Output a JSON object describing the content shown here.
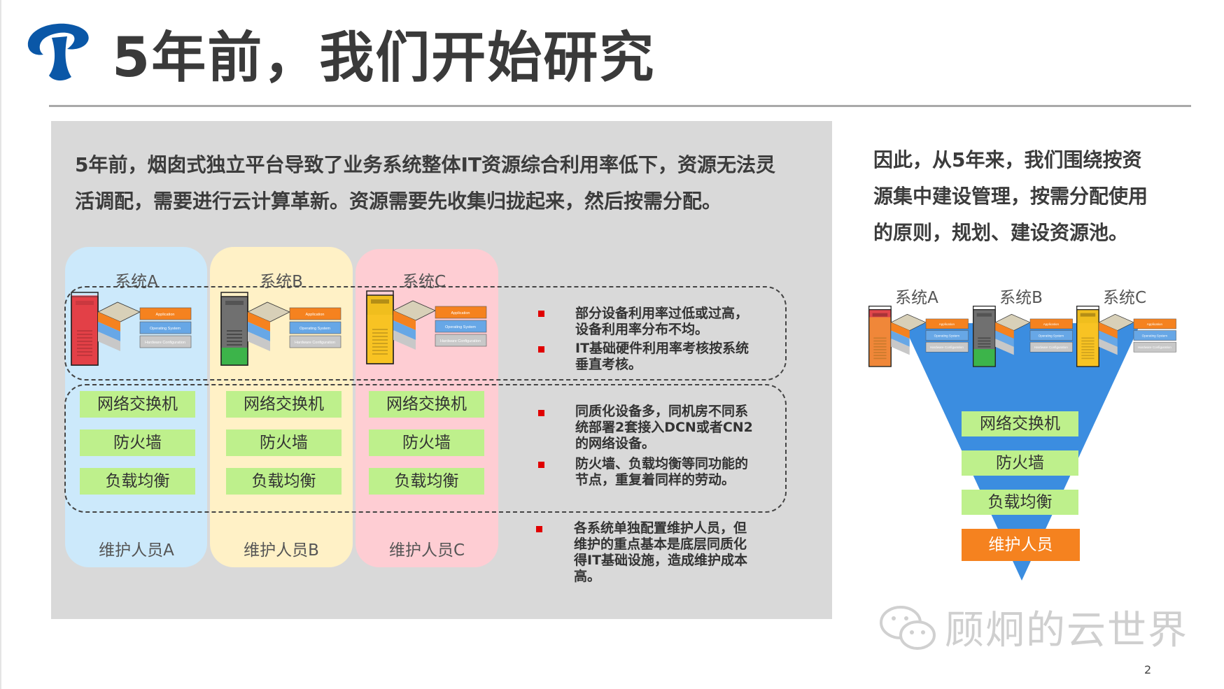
{
  "slide": {
    "title": "5年前，我们开始研究",
    "page_number": "2"
  },
  "brand": {
    "logo_color": "#0a57a7",
    "watermark_text": "顾炯的云世界"
  },
  "left_panel": {
    "intro_line1": "5年前，烟囱式独立平台导致了业务系统整体IT资源综合利用率低下，资源无法灵",
    "intro_line2": "活调配，需要进行云计算革新。资源需要先收集归拢起来，然后按需分配。",
    "columns": [
      {
        "label": "系统A",
        "color": "#cce9fb",
        "server": "#e0464b",
        "fill_level": 1.0,
        "network": [
          "网络交换机",
          "防火墙",
          "负载均衡"
        ],
        "maintainer": "维护人员A"
      },
      {
        "label": "系统B",
        "color": "#fff1c6",
        "server": "#707070",
        "fill_level": 0.25,
        "network": [
          "网络交换机",
          "防火墙",
          "负载均衡"
        ],
        "maintainer": "维护人员B"
      },
      {
        "label": "系统C",
        "color": "#fecdd3",
        "server": "#f0be1e",
        "fill_level": 0.7,
        "network": [
          "网络交换机",
          "防火墙",
          "负载均衡"
        ],
        "maintainer": "维护人员C"
      }
    ],
    "stack_layers": [
      "Application",
      "Operating System",
      "Hardware Configuration"
    ],
    "notes": {
      "hardware": [
        [
          "部分设备利用率过低或过高，",
          "设备利用率分布不均。"
        ],
        [
          "IT基础硬件利用率考核按系统",
          "垂直考核。"
        ]
      ],
      "network": [
        [
          "同质化设备多，同机房不同系",
          "统部署2套接入DCN或者CN2",
          "的网络设备。"
        ],
        [
          "防火墙、负载均衡等同功能的",
          "节点，重复着同样的劳动。"
        ]
      ],
      "maintenance": [
        [
          "各系统单独配置维护人员，但",
          "维护的重点基本是底层同质化",
          "得IT基础设施，造成维护成本",
          "高。"
        ]
      ]
    }
  },
  "right_panel": {
    "para_line1": "因此，从5年来，我们围绕按资",
    "para_line2": "源集中建设管理，按需分配使用",
    "para_line3": "的原则，规划、建设资源池。",
    "systems": [
      {
        "label": "系统A",
        "server": "#e0464b",
        "fill_level": 0.85
      },
      {
        "label": "系统B",
        "server": "#707070",
        "fill_level": 0.3
      },
      {
        "label": "系统C",
        "server": "#f0be1e",
        "fill_level": 0.75
      }
    ],
    "funnel_color": "#3b8de0",
    "pool": [
      "网络交换机",
      "防火墙",
      "负载均衡"
    ],
    "maintainer": "维护人员",
    "maintainer_color": "#f5821f"
  }
}
